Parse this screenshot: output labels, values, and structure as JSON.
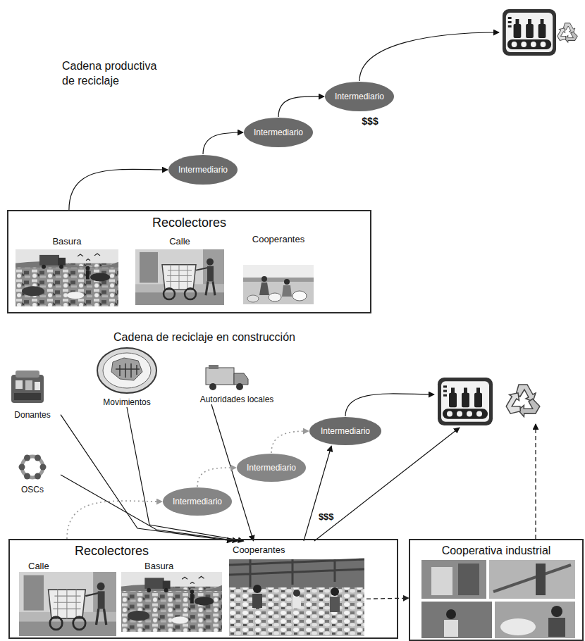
{
  "diagram": {
    "nodes": [
      {
        "text": [
          "Intermediario"
        ]
      },
      {
        "text": [
          "Intermediario"
        ]
      },
      {
        "text": [
          "Intermediario"
        ]
      },
      {
        "text": [
          "Recolectores"
        ]
      },
      {
        "text": [
          "Basura"
        ],
        "in": 3
      },
      {
        "text": [
          "Calle"
        ],
        "in": 3
      },
      {
        "text": [
          "Cooperantes"
        ],
        "in": 3
      },
      {
        "text": [
          "Donantes"
        ]
      },
      {
        "text": [
          "Movimientos"
        ]
      },
      {
        "text": [
          "Autoridades locales"
        ]
      },
      {
        "text": [
          "Intermediario"
        ]
      },
      {
        "text": [
          "OSCs"
        ]
      },
      {
        "text": [
          "Intermediario"
        ]
      },
      {
        "text": [
          "Intermediario"
        ]
      },
      {
        "text": [
          "Recolectores"
        ]
      },
      {
        "text": [
          "Calle"
        ],
        "in": 14
      },
      {
        "text": [
          "Basura"
        ],
        "in": 14
      },
      {
        "text": [
          "Cooperantes"
        ],
        "in": 14
      },
      {
        "text": [
          "Cooperativa industrial"
        ]
      }
    ],
    "edges": [
      {
        "from": 3,
        "to": 2,
        "arrow": "to"
      },
      {
        "from": 2,
        "to": 1,
        "arrow": "to"
      },
      {
        "from": 1,
        "to": 0,
        "arrow": "to"
      },
      {
        "from": 7,
        "to": 17,
        "arrow": "to"
      },
      {
        "from": 8,
        "to": 17,
        "arrow": "to"
      },
      {
        "from": 9,
        "to": 17,
        "arrow": "to"
      },
      {
        "from": 11,
        "to": 17,
        "arrow": "to"
      },
      {
        "from": 14,
        "to": 13,
        "arrow": "to"
      },
      {
        "from": 13,
        "to": 12,
        "arrow": "to"
      },
      {
        "from": 12,
        "to": 10,
        "arrow": "to"
      },
      {
        "from": 17,
        "to": 10,
        "label": "$$$",
        "arrow": "to"
      },
      {
        "from": 17,
        "to": 18,
        "arrow": "to"
      }
    ],
    "labels": [
      "Cadena productiva de reciclaje",
      "$$$",
      "Cadena de reciclaje en construcción"
    ]
  }
}
